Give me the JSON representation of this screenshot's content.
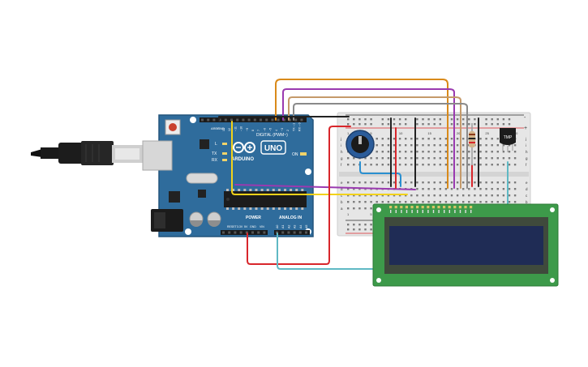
{
  "colors": {
    "background": "#ffffff",
    "arduino_board": "#2f6c9c",
    "arduino_edge": "#24557d",
    "breadboard": "#e6e6e6",
    "lcd_pcb": "#3d9a4a",
    "lcd_screen": "#1f2c55",
    "wire_orange": "#d98a1a",
    "wire_purple": "#9a3ab0",
    "wire_tan": "#c59a6a",
    "wire_gray": "#8a8a8a",
    "wire_black": "#222222",
    "wire_red": "#d8262b",
    "wire_yellow": "#f2d21a",
    "wire_blue": "#2a8fd0",
    "wire_cyan": "#5fb9c4"
  },
  "arduino": {
    "brand": "ARDUINO",
    "model": "UNO",
    "digital_label": "DIGITAL (PWM~)",
    "power_label": "POWER",
    "analog_label": "ANALOG IN",
    "tx_label": "TX",
    "rx_label": "RX",
    "l_label": "L",
    "on_label": "ON",
    "reset_label": "RESET",
    "aref_label": "AREF",
    "gnd_label": "GND",
    "vin_label": "VIN",
    "v5_label": "5V",
    "v33_label": "3.3V",
    "pin_numbers": [
      "13",
      "12",
      "~11",
      "~10",
      "~9",
      "8",
      "7",
      "~6",
      "~5",
      "4",
      "~3",
      "2",
      "TX→1",
      "RX←0"
    ],
    "analog_pins": [
      "A0",
      "A1",
      "A2",
      "A3",
      "A4",
      "A5"
    ]
  },
  "breadboard": {
    "row_letters_top": [
      "j",
      "i",
      "h",
      "g",
      "f"
    ],
    "row_letters_bottom": [
      "e",
      "d",
      "c",
      "b",
      "a"
    ],
    "rail_plus": "+",
    "rail_minus": "-",
    "column_numbers": [
      "1",
      "5",
      "10",
      "15",
      "20",
      "25",
      "30"
    ]
  },
  "components": {
    "temp_sensor_label": "TMP"
  }
}
